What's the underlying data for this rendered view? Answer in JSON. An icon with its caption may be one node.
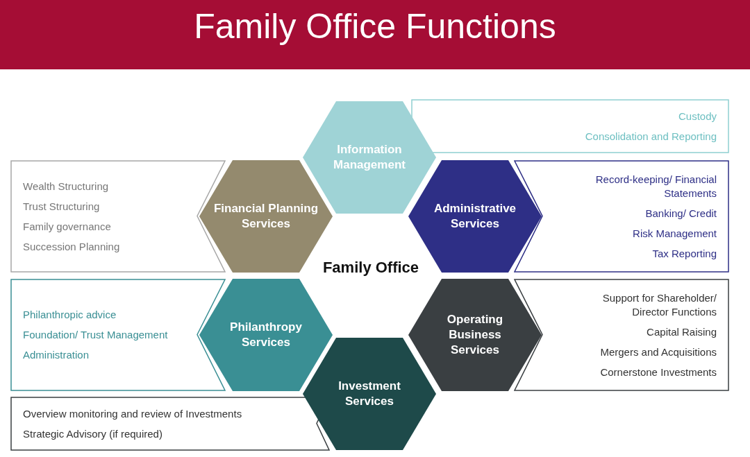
{
  "diagram": {
    "title": "Family Office Functions",
    "nodes": [
      {
        "text": [
          "Information Management"
        ]
      },
      {
        "text": [
          "Custody",
          "Consolidation and Reporting"
        ]
      },
      {
        "text": [
          "Wealth Structuring",
          "Trust Structuring",
          "Family governance",
          "Succession Planning"
        ]
      },
      {
        "text": [
          "Financial Planning Services"
        ]
      },
      {
        "text": [
          "Administrative Services"
        ]
      },
      {
        "text": [
          "Record-keeping/ Financial Statements",
          "Banking/ Credit",
          "Risk Management",
          "Tax Reporting"
        ]
      },
      {
        "text": [
          "Philanthropic advice",
          "Foundation/ Trust Management",
          "Administration"
        ]
      },
      {
        "text": [
          "Philanthropy Services"
        ]
      },
      {
        "text": [
          "Operating Business Services"
        ]
      },
      {
        "text": [
          "Support for Shareholder/ Director Functions",
          "Capital Raising",
          "Mergers and Acquisitions",
          "Cornerstone Investments"
        ]
      },
      {
        "text": [
          "Investment Services"
        ]
      },
      {
        "text": [
          "Overview monitoring and review of Investments",
          "Strategic Advisory (if required)"
        ]
      }
    ],
    "edges": [],
    "labels": [
      "Family Office"
    ]
  }
}
